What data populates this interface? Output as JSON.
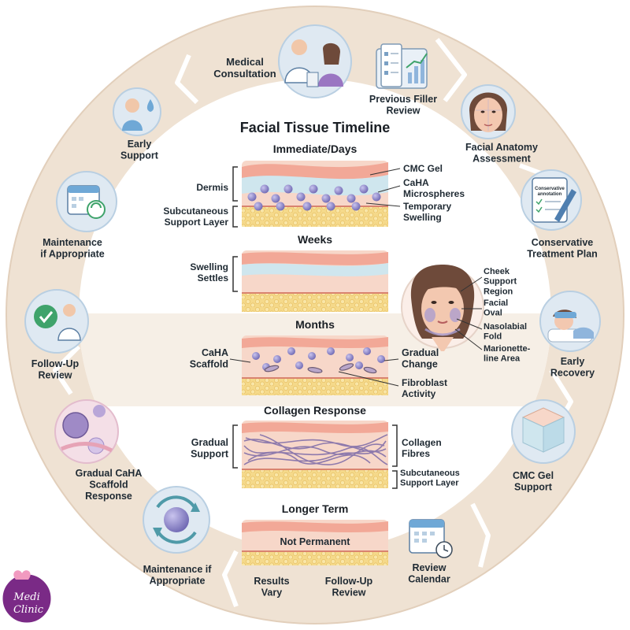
{
  "ring": {
    "medical_consultation": "Medical\nConsultation",
    "previous_filler_review": "Previous Filler\nReview",
    "facial_anatomy_assessment": "Facial Anatomy\nAssessment",
    "conservative_treatment_plan": "Conservative\nTreatment Plan",
    "early_recovery": "Early\nRecovery",
    "cmc_gel_support": "CMC Gel\nSupport",
    "review_calendar": "Review\nCalendar",
    "follow_up_review_bottom": "Follow-Up\nReview",
    "results_vary": "Results\nVary",
    "maintenance_bottom": "Maintenance if\nAppropriate",
    "gradual_caha_scaffold": "Gradual CaHA\nScaffold\nResponse",
    "follow_up_review_left": "Follow-Up\nReview",
    "maintenance_left": "Maintenance\nif Appropriate",
    "early_support": "Early\nSupport",
    "clipboard_note": "Conservative\nannotation"
  },
  "timeline": {
    "title": "Facial Tissue Timeline",
    "stages": {
      "immediate": "Immediate/Days",
      "weeks": "Weeks",
      "months": "Months",
      "collagen": "Collagen Response",
      "longer": "Longer Term"
    },
    "labels": {
      "dermis": "Dermis",
      "subcutaneous_1": "Subcutaneous\nSupport Layer",
      "cmc_gel": "CMC Gel",
      "caha_micro": "CaHA\nMicrospheres",
      "temp_swelling": "Temporary\nSwelling",
      "swelling_settles": "Swelling\nSettles",
      "caha_scaffold": "CaHA\nScaffold",
      "gradual_change": "Gradual\nChange",
      "fibroblast": "Fibroblast\nActivity",
      "gradual_support": "Gradual\nSupport",
      "collagen_fibres": "Collagen\nFibres",
      "subcutaneous_2": "Subcutaneous\nSupport Layer",
      "not_permanent": "Not Permanent"
    }
  },
  "face": {
    "cheek": "Cheek\nSupport\nRegion",
    "facial_oval": "Facial\nOval",
    "nasolabial": "Nasolabial\nFold",
    "marionette": "Marionette-\nline Area"
  },
  "logo": {
    "line1": "Medi",
    "line2": "Clinic"
  },
  "colors": {
    "ring": "#efe2d3",
    "icon_bg": "#dfe9f2",
    "skin_top": "#f2b6a8",
    "dermis": "#f7d7c9",
    "gel": "#cfe6ee",
    "fat": "#f3d27a",
    "sphere": "#8e87c9",
    "logo": "#7a2a86"
  }
}
